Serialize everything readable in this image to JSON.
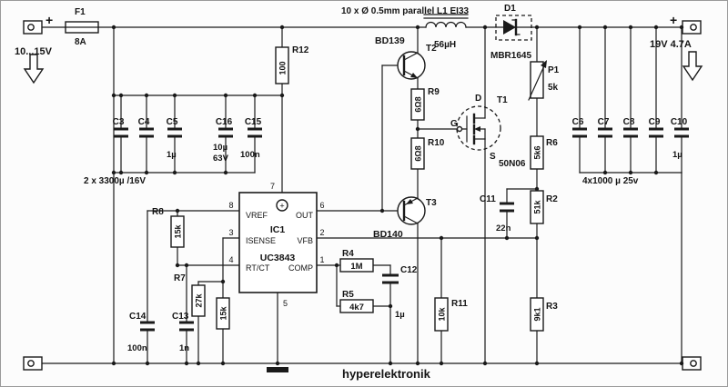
{
  "brand": "hyperelektronik",
  "top_note": "10 x Ø 0.5mm  parallel  L1  EI33",
  "input": {
    "plus": "+",
    "voltage": "10...15V",
    "fuse_name": "F1",
    "fuse_value": "8A"
  },
  "output": {
    "plus": "+",
    "rating": "19V 4.7A"
  },
  "inductor": {
    "value": "56µH"
  },
  "d1": {
    "name": "D1",
    "part": "MBR1645"
  },
  "ic1": {
    "name": "IC1",
    "part": "UC3843",
    "vref": "VREF",
    "out": "OUT",
    "isense": "ISENSE",
    "vfb": "VFB",
    "rtct": "RT/CT",
    "comp": "COMP",
    "p8": "8",
    "p6": "6",
    "p3": "3",
    "p2": "2",
    "p4": "4",
    "p1": "1",
    "p5": "5",
    "p7": "7",
    "vcc_plus": "+"
  },
  "t2": {
    "name": "T2",
    "part": "BD139"
  },
  "t3": {
    "name": "T3",
    "part": "BD140"
  },
  "t1": {
    "name": "T1",
    "part": "50N06",
    "d": "D",
    "g": "G",
    "s": "S"
  },
  "r": {
    "r12": {
      "name": "R12",
      "value": "100"
    },
    "r9": {
      "name": "R9",
      "value": "6Ω8"
    },
    "r10": {
      "name": "R10",
      "value": "6Ω8"
    },
    "r8": {
      "name": "R8",
      "value": "15k"
    },
    "r7": {
      "name": "R7",
      "value": "27k"
    },
    "rt": {
      "value": "15k"
    },
    "r4": {
      "name": "R4",
      "value": "1M"
    },
    "r5": {
      "name": "R5",
      "value": "4k7"
    },
    "r11": {
      "name": "R11",
      "value": "10k"
    },
    "p1": {
      "name": "P1",
      "value": "5k"
    },
    "r6": {
      "name": "R6",
      "value": "5k6"
    },
    "r2": {
      "name": "R2",
      "value": "51k"
    },
    "r3": {
      "name": "R3",
      "value": "9k1"
    }
  },
  "c": {
    "c3": {
      "name": "C3"
    },
    "c4": {
      "name": "C4"
    },
    "c5": {
      "name": "C5",
      "value": "1µ"
    },
    "c16": {
      "name": "C16",
      "value1": "10µ",
      "value2": "63V"
    },
    "c15": {
      "name": "C15",
      "value": "100n"
    },
    "c14": {
      "name": "C14",
      "value": "100n"
    },
    "c13": {
      "name": "C13",
      "value": "1n"
    },
    "c12": {
      "name": "C12",
      "value": "1µ"
    },
    "c11": {
      "name": "C11",
      "value": "22n"
    },
    "c6": {
      "name": "C6"
    },
    "c7": {
      "name": "C7"
    },
    "c8": {
      "name": "C8"
    },
    "c9": {
      "name": "C9"
    },
    "c10": {
      "name": "C10",
      "value": "1µ"
    },
    "left_group": "2 x 3300µ /16V",
    "right_group": "4x1000 µ 25v"
  }
}
